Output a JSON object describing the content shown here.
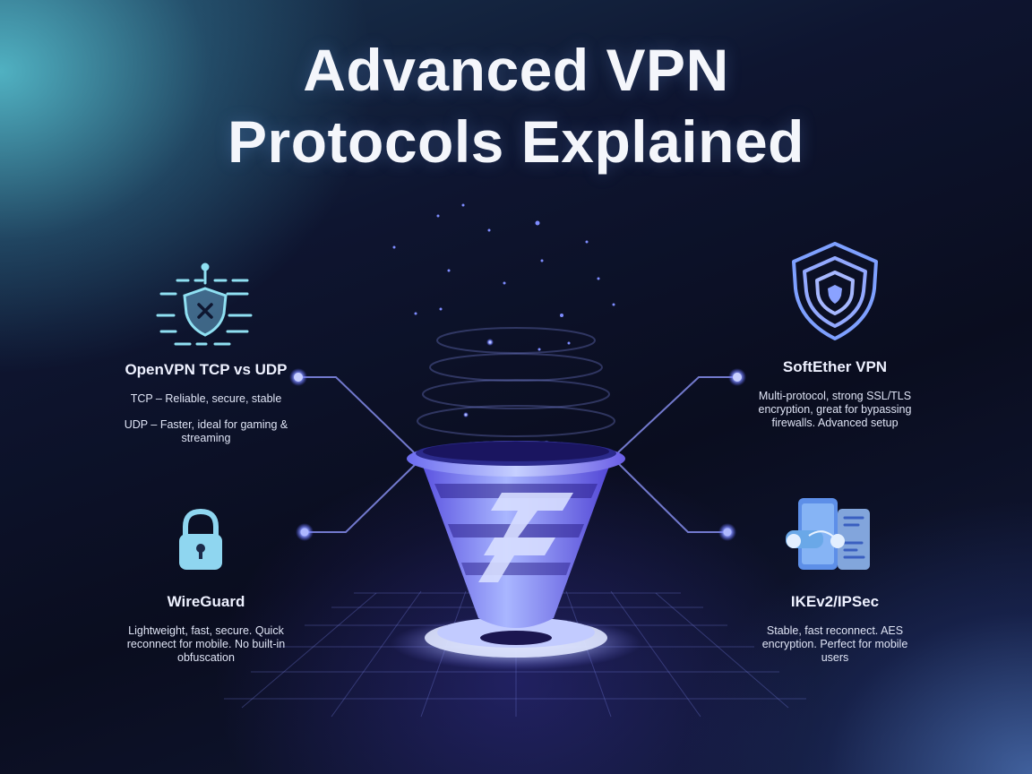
{
  "title": {
    "line1": "Advanced VPN",
    "line2": "Protocols Explained"
  },
  "panels": {
    "openvpn": {
      "title": "OpenVPN TCP vs UDP",
      "tcp": "TCP – Reliable, secure, stable",
      "udp_line1": "UDP – Faster, ideal for gaming &",
      "udp_line2": "streaming",
      "icon": "circuit-shield-icon"
    },
    "wireguard": {
      "title": "WireGuard",
      "line1": "Lightweight, fast, secure. Quick",
      "line2": "reconnect for mobile. No built-in",
      "line3": "obfuscation",
      "icon": "padlock-icon"
    },
    "softether": {
      "title": "SoftEther VPN",
      "line1": "Multi-protocol, strong SSL/TLS",
      "line2": "encryption, great for bypassing",
      "line3": "firewalls. Advanced setup",
      "icon": "shield-icon"
    },
    "ikev2": {
      "title": "IKEv2/IPSec",
      "line1": "Stable, fast reconnect. AES",
      "line2": "encryption. Perfect for mobile",
      "line3": "users",
      "icon": "mobile-devices-icon"
    }
  },
  "colors": {
    "accent": "#7f8cff",
    "funnel_light": "#9aa8ff",
    "funnel_dark": "#4a3fd0",
    "glow": "#b9c4ff"
  }
}
